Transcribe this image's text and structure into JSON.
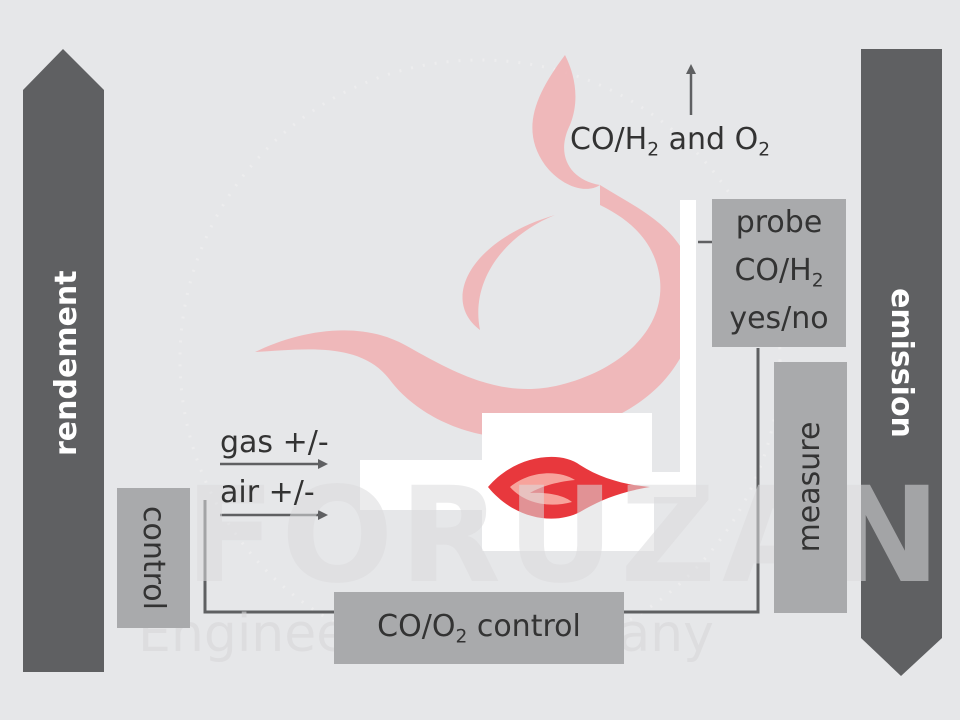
{
  "arrows": {
    "left_label": "rendement",
    "right_label": "emission"
  },
  "flows": {
    "gas_label": "gas +/-",
    "air_label": "air +/-"
  },
  "boxes": {
    "control_label": "control",
    "measure_label": "measure",
    "co_o2_control": {
      "pre": "CO/O",
      "sub": "2",
      "post": " control"
    },
    "probe": {
      "line1": "probe",
      "line2_pre": "CO/H",
      "line2_sub": "2",
      "line3": "yes/no"
    }
  },
  "exhaust": {
    "part1": "CO/H",
    "sub1": "2",
    "part2": " and O",
    "sub2": "2"
  },
  "watermark": {
    "line1": "FORUZAN",
    "line2": "Engineering Company"
  },
  "colors": {
    "background": "#e6e7e9",
    "arrow": "#5f6062",
    "box": "#a9aaac",
    "line": "#5f6062",
    "flame": "#e8383d",
    "watermark_logo": "#f0b3b5"
  }
}
